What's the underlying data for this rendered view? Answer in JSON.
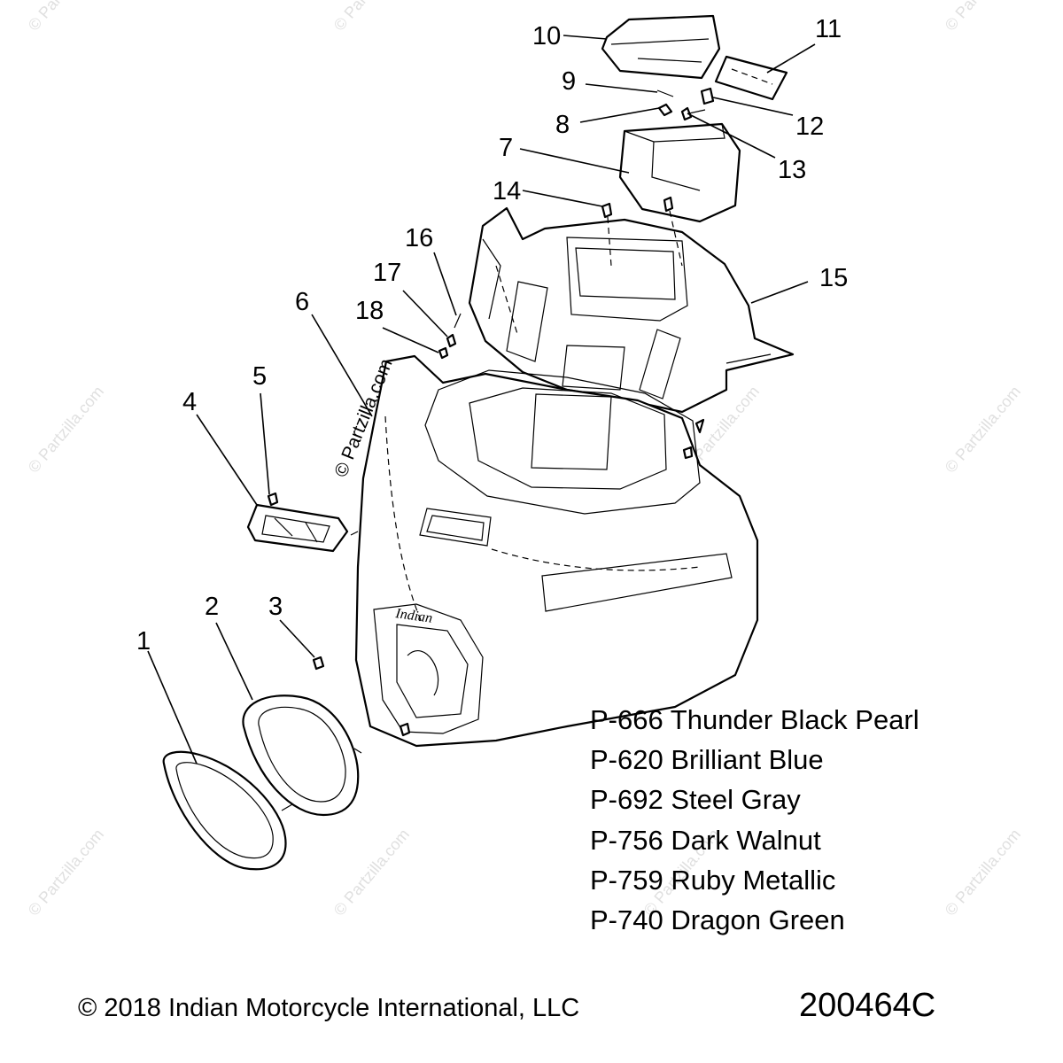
{
  "watermark": "© Partzilla.com",
  "callouts": [
    {
      "id": "c1",
      "label": "1"
    },
    {
      "id": "c2",
      "label": "2"
    },
    {
      "id": "c3",
      "label": "3"
    },
    {
      "id": "c4",
      "label": "4"
    },
    {
      "id": "c5",
      "label": "5"
    },
    {
      "id": "c6",
      "label": "6"
    },
    {
      "id": "c7",
      "label": "7"
    },
    {
      "id": "c8",
      "label": "8"
    },
    {
      "id": "c9",
      "label": "9"
    },
    {
      "id": "c10",
      "label": "10"
    },
    {
      "id": "c11",
      "label": "11"
    },
    {
      "id": "c12",
      "label": "12"
    },
    {
      "id": "c13",
      "label": "13"
    },
    {
      "id": "c14",
      "label": "14"
    },
    {
      "id": "c15",
      "label": "15"
    },
    {
      "id": "c16",
      "label": "16"
    },
    {
      "id": "c17",
      "label": "17"
    },
    {
      "id": "c18",
      "label": "18"
    }
  ],
  "paint_codes": [
    "P-666 Thunder Black Pearl",
    "P-620 Brilliant Blue",
    "P-692 Steel Gray",
    "P-756 Dark Walnut",
    "P-759 Ruby Metallic",
    "P-740 Dragon Green"
  ],
  "fairing_logo": "Indian",
  "copyright": "© 2018 Indian Motorcycle International, LLC",
  "diagram_id": "200464C"
}
